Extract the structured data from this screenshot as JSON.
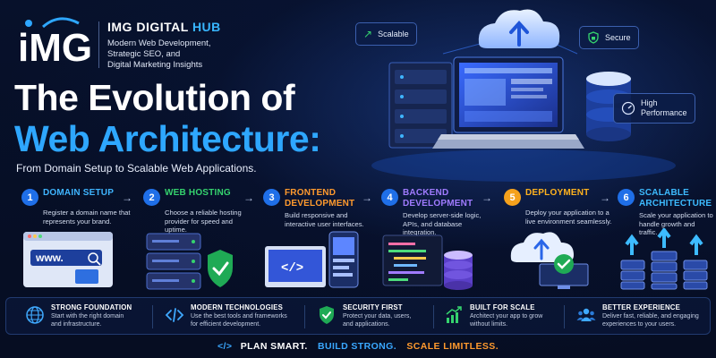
{
  "brand": {
    "logo_text": "iMG",
    "name_part1": "IMG DIGITAL",
    "name_part2": "HUB",
    "tagline_lines": [
      "Modern Web Development,",
      "Strategic SEO, and",
      "Digital Marketing Insights"
    ]
  },
  "title": {
    "line1": "The Evolution of",
    "line2": "Web Architecture:",
    "subtitle": "From Domain Setup to Scalable Web Applications."
  },
  "hero": {
    "badges": [
      {
        "label": "Scalable",
        "icon": "growth-chart-icon"
      },
      {
        "label": "Secure",
        "icon": "lock-shield-icon"
      },
      {
        "label_lines": [
          "High",
          "Performance"
        ],
        "icon": "speedometer-icon"
      }
    ]
  },
  "steps": [
    {
      "number": "1",
      "title_lines": [
        "DOMAIN SETUP"
      ],
      "description": "Register a domain name that represents your brand.",
      "art_text": "www.",
      "color": "#3fb5ff"
    },
    {
      "number": "2",
      "title_lines": [
        "WEB HOSTING"
      ],
      "description": "Choose a reliable hosting provider for speed and uptime.",
      "color": "#35d36e"
    },
    {
      "number": "3",
      "title_lines": [
        "FRONTEND",
        "DEVELOPMENT"
      ],
      "description": "Build responsive and interactive user interfaces.",
      "art_text": "</>",
      "color": "#ff9a2e"
    },
    {
      "number": "4",
      "title_lines": [
        "BACKEND",
        "DEVELOPMENT"
      ],
      "description": "Develop server-side logic, APIs, and database integration.",
      "color": "#a07bff"
    },
    {
      "number": "5",
      "title_lines": [
        "DEPLOYMENT"
      ],
      "description": "Deploy your application to a live environment seamlessly.",
      "color": "#ffb21e"
    },
    {
      "number": "6",
      "title_lines": [
        "SCALABLE",
        "ARCHITECTURE"
      ],
      "description": "Scale your application to handle growth and traffic.",
      "color": "#3dbbff"
    }
  ],
  "features": [
    {
      "title": "STRONG FOUNDATION",
      "description_lines": [
        "Start with the right domain",
        "and infrastructure."
      ],
      "icon": "globe-icon"
    },
    {
      "title": "MODERN TECHNOLOGIES",
      "description_lines": [
        "Use the best tools and frameworks",
        "for efficient development."
      ],
      "icon": "code-icon"
    },
    {
      "title": "SECURITY FIRST",
      "description_lines": [
        "Protect your data, users,",
        "and applications."
      ],
      "icon": "shield-check-icon"
    },
    {
      "title": "BUILT FOR SCALE",
      "description_lines": [
        "Architect your app to grow",
        "without limits."
      ],
      "icon": "growth-chart-icon"
    },
    {
      "title": "BETTER EXPERIENCE",
      "description_lines": [
        "Deliver fast, reliable, and engaging",
        "experiences to your users."
      ],
      "icon": "users-icon"
    }
  ],
  "tagline": {
    "icon_text": "</>",
    "part1": "PLAN SMART.",
    "part2": "BUILD STRONG.",
    "part3": "SCALE LIMITLESS."
  },
  "colors": {
    "background": "#060e24",
    "accent_blue": "#2ea7ff",
    "accent_orange": "#ff9a2e",
    "accent_green": "#35d36e",
    "accent_purple": "#a07bff"
  }
}
